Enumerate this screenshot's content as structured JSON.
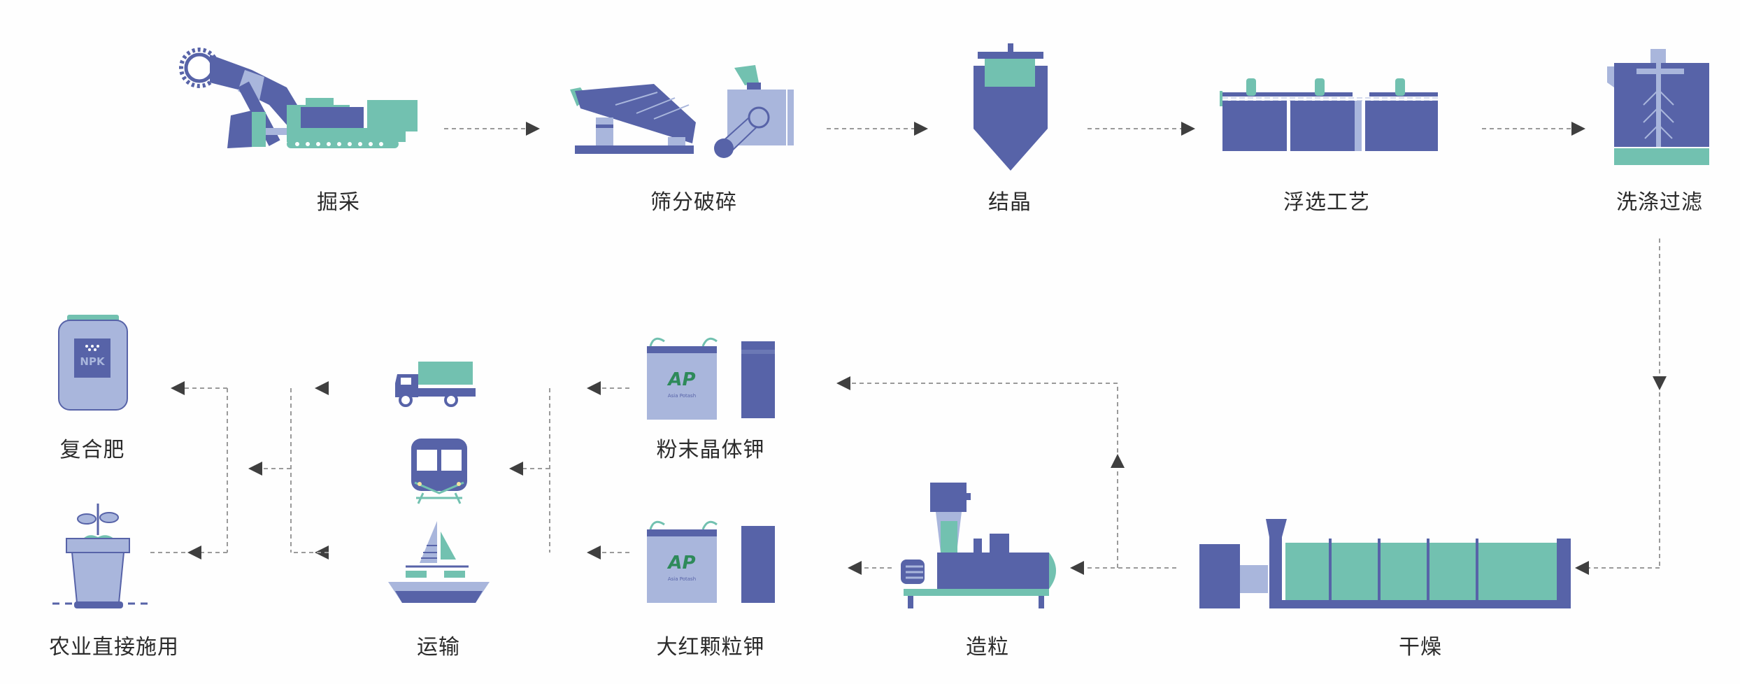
{
  "title": "钾肥生产工艺流程",
  "colors": {
    "dark_blue": "#5763A8",
    "teal": "#72C1B0",
    "light_blue": "#A9B6DC",
    "arrow": "#3f3f3f",
    "connector": "#9a9a9a",
    "label": "#2b2b2b"
  },
  "steps": {
    "mining": {
      "label": "掘采",
      "icon": "tunnel-boring-machine-icon"
    },
    "screening": {
      "label": "筛分破碎",
      "icon": "vibrating-screen-crusher-icon"
    },
    "crystallization": {
      "label": "结晶",
      "icon": "crystallizer-tank-icon"
    },
    "flotation": {
      "label": "浮选工艺",
      "icon": "flotation-cells-icon"
    },
    "washing": {
      "label": "洗涤过滤",
      "icon": "washing-filter-tank-icon"
    },
    "drying": {
      "label": "干燥",
      "icon": "rotary-dryer-icon"
    },
    "granulation": {
      "label": "造粒",
      "icon": "granulator-machine-icon"
    },
    "powder_potash": {
      "label": "粉末晶体钾",
      "icon": "bulk-bag-icon",
      "bag_logo": "AP",
      "bag_brand": "Asia Potash"
    },
    "granular_potash": {
      "label": "大红颗粒钾",
      "icon": "bulk-bag-icon",
      "bag_logo": "AP",
      "bag_brand": "Asia Potash"
    },
    "transport": {
      "label": "运输",
      "icons": [
        "truck-icon",
        "train-icon",
        "ship-icon"
      ]
    },
    "compound_fertilizer": {
      "label": "复合肥",
      "icon": "npk-fertilizer-bag-icon",
      "bag_text": "NPK"
    },
    "direct_application": {
      "label": "农业直接施用",
      "icon": "potted-plant-icon"
    }
  }
}
